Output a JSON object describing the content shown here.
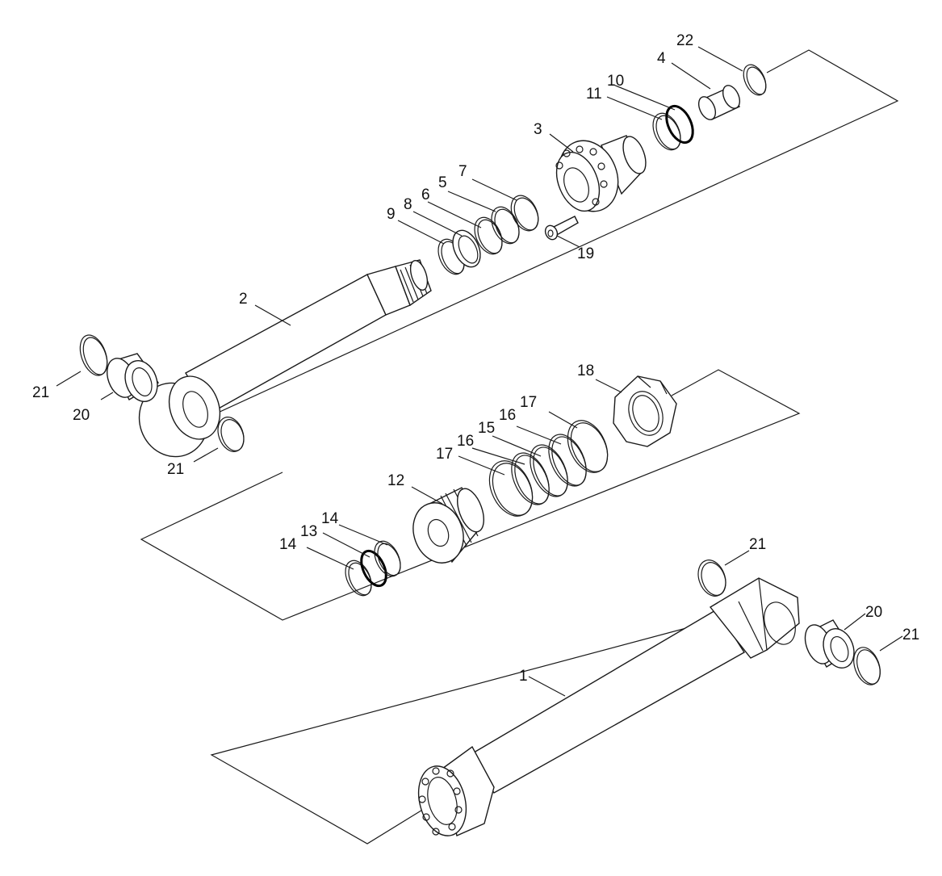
{
  "callouts": {
    "c1": "1",
    "c2": "2",
    "c3": "3",
    "c4": "4",
    "c5": "5",
    "c6": "6",
    "c7": "7",
    "c8": "8",
    "c9": "9",
    "c10": "10",
    "c11": "11",
    "c12": "12",
    "c13": "13",
    "c14a": "14",
    "c14b": "14",
    "c15": "15",
    "c16a": "16",
    "c16b": "16",
    "c17a": "17",
    "c17b": "17",
    "c18": "18",
    "c19": "19",
    "c20a": "20",
    "c20b": "20",
    "c21a": "21",
    "c21b": "21",
    "c21c": "21",
    "c21d": "21",
    "c22": "22"
  },
  "colors": {
    "line": "#1a1a1a",
    "background": "#ffffff"
  }
}
